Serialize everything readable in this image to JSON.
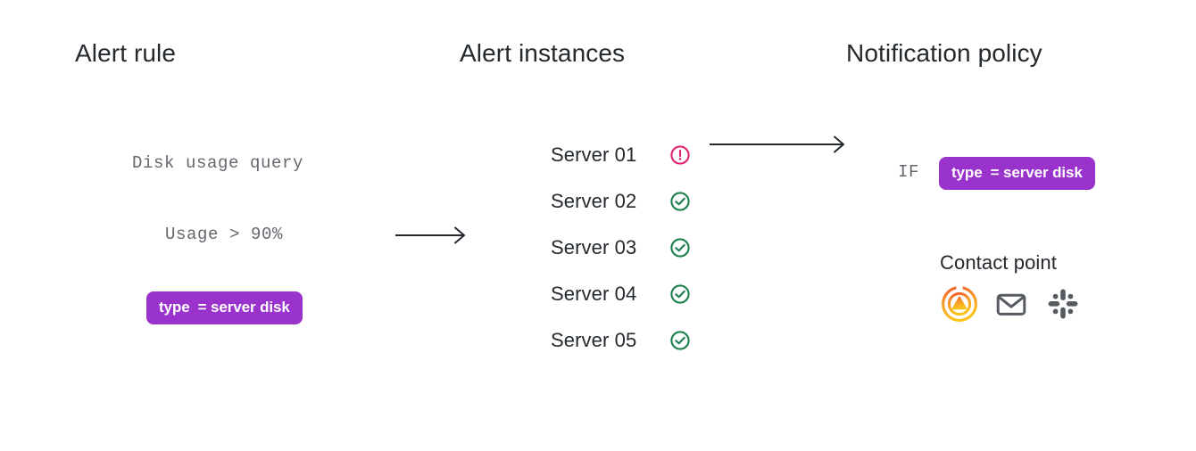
{
  "diagram": {
    "background": "#ffffff",
    "columns": [
      {
        "id": "alert-rule",
        "heading": "Alert rule"
      },
      {
        "id": "alert-instances",
        "heading": "Alert instances"
      },
      {
        "id": "notification",
        "heading": "Notification policy"
      }
    ],
    "alert_rule": {
      "query_text": "Disk usage query",
      "condition_text": "Usage > 90%",
      "label_chip": {
        "key": "type",
        "value": "= server disk",
        "background": "#9933cc",
        "text_color": "#ffffff"
      }
    },
    "alert_instances": {
      "rows": [
        {
          "label": "Server 01",
          "status": "firing",
          "status_icon": "alert-circle-icon",
          "status_color": "#e0226e"
        },
        {
          "label": "Server 02",
          "status": "normal",
          "status_icon": "check-circle-icon",
          "status_color": "#1a7f4b"
        },
        {
          "label": "Server 03",
          "status": "normal",
          "status_icon": "check-circle-icon",
          "status_color": "#1a7f4b"
        },
        {
          "label": "Server 04",
          "status": "normal",
          "status_icon": "check-circle-icon",
          "status_color": "#1a7f4b"
        },
        {
          "label": "Server 05",
          "status": "normal",
          "status_icon": "check-circle-icon",
          "status_color": "#1a7f4b"
        }
      ]
    },
    "notification_policy": {
      "matcher_prefix": "IF",
      "label_chip": {
        "key": "type",
        "value": "= server disk",
        "background": "#9933cc",
        "text_color": "#ffffff"
      },
      "contact_point": {
        "title": "Contact point",
        "icons": [
          {
            "name": "grafana-logo-icon",
            "color": "#f59321"
          },
          {
            "name": "email-envelope-icon",
            "color": "#565a61"
          },
          {
            "name": "slack-logo-icon",
            "color": "#565a61"
          }
        ]
      }
    },
    "arrows": [
      {
        "name": "arrow-rule-to-instances",
        "direction": "right"
      },
      {
        "name": "arrow-instance-to-policy",
        "direction": "right"
      }
    ]
  }
}
